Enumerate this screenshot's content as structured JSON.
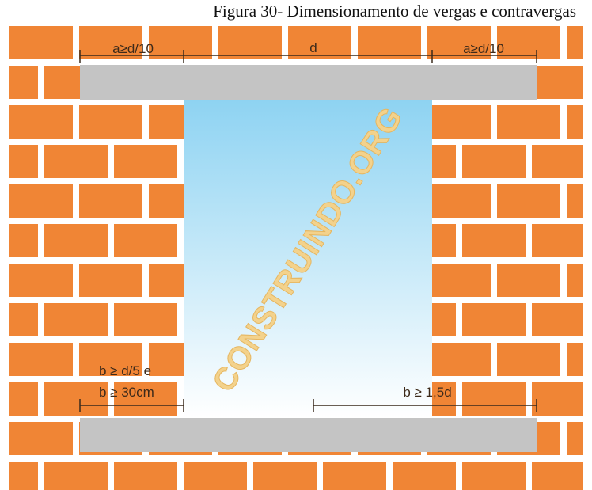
{
  "caption": "Figura 30- Dimensionamento de vergas e contravergas",
  "labels": {
    "a_left": "a≥d/10",
    "d": "d",
    "a_right": "a≥d/10",
    "b_left_line1": "b ≥ d/5  e",
    "b_left_line2": "b ≥ 30cm",
    "b_right": "b ≥ 1,5d"
  },
  "watermark": "CONSTRUINDO.ORG",
  "colors": {
    "brick": "#f08535",
    "mortar": "#ffffff",
    "lintel": "#c4c4c4",
    "window_top": "#8ed3f2",
    "window_bottom": "#ffffff",
    "dimension_line": "#3a2a1c"
  }
}
